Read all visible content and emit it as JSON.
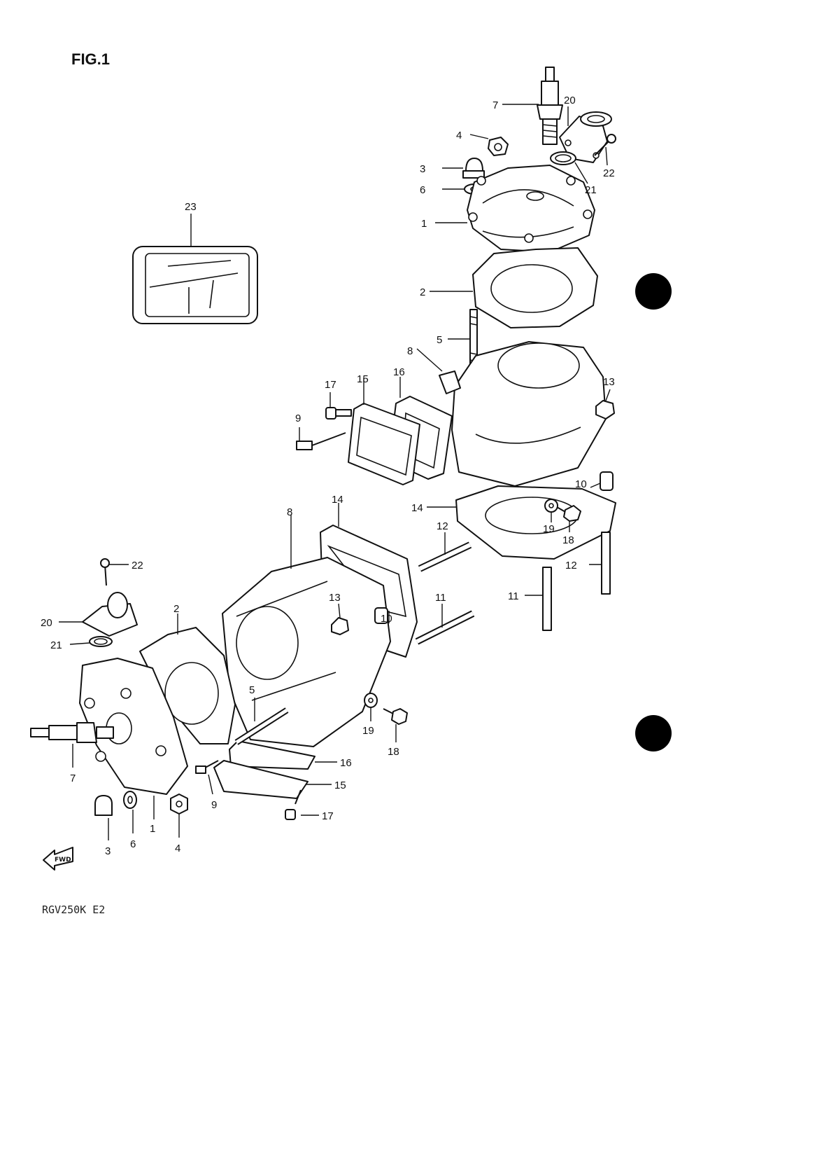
{
  "figure": {
    "title": "FIG.1",
    "model": "RGV250K E2",
    "fwd_arrow_label": "FWD"
  },
  "callouts": {
    "c1_7": "7",
    "c1_20": "20",
    "c1_4": "4",
    "c1_3": "3",
    "c1_6": "6",
    "c1_22": "22",
    "c1_21": "21",
    "c1_1": "1",
    "c1_2": "2",
    "c1_23": "23",
    "c1_5": "5",
    "c1_8": "8",
    "c1_17": "17",
    "c1_15": "15",
    "c1_16": "16",
    "c1_9": "9",
    "c1_13": "13",
    "c1_10": "10",
    "c1_14": "14",
    "c1_19": "19",
    "c1_18": "18",
    "c1_12a": "12",
    "c1_12b": "12",
    "c1_11a": "11",
    "c2_8": "8",
    "c2_14": "14",
    "c2_22": "22",
    "c2_20": "20",
    "c2_21": "21",
    "c2_2": "2",
    "c2_13": "13",
    "c2_10": "10",
    "c2_11": "11",
    "c2_5": "5",
    "c2_19": "19",
    "c2_18": "18",
    "c2_16": "16",
    "c2_15": "15",
    "c2_17": "17",
    "c2_7": "7",
    "c2_9": "9",
    "c2_1": "1",
    "c2_3": "3",
    "c2_6": "6",
    "c2_4": "4"
  }
}
